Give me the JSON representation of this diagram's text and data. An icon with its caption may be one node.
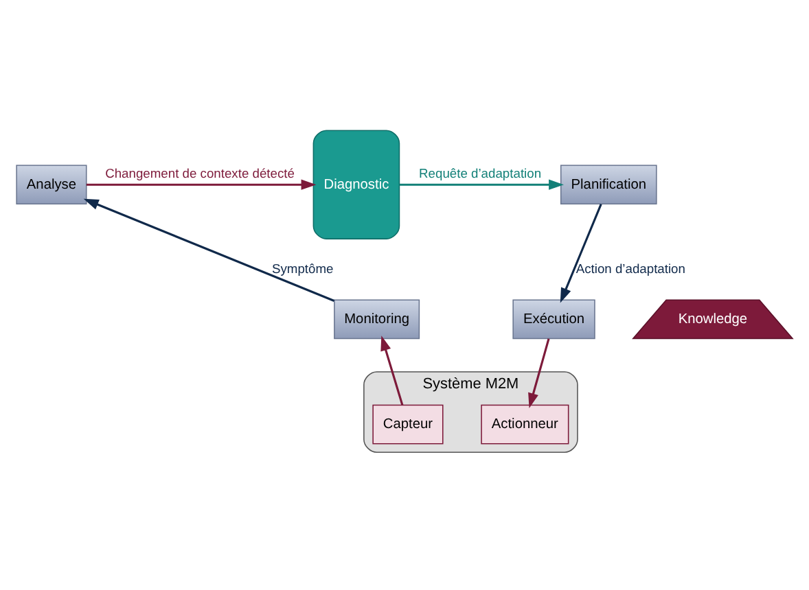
{
  "diagram": {
    "nodes": [
      {
        "text": [
          "Analyse"
        ]
      },
      {
        "text": [
          "Diagnostic"
        ]
      },
      {
        "text": [
          "Planification"
        ]
      },
      {
        "text": [
          "Monitoring"
        ]
      },
      {
        "text": [
          "Knowledge"
        ]
      },
      {
        "text": [
          "Exécution"
        ]
      },
      {
        "text": [
          "Système M2M"
        ]
      },
      {
        "text": [
          "Capteur"
        ],
        "in": 6
      },
      {
        "text": [
          "Actionneur"
        ],
        "in": 6
      }
    ],
    "edges": [
      {
        "from": 0,
        "to": 1,
        "arrow": "to",
        "label": "Changement de contexte détecté"
      },
      {
        "from": 1,
        "to": 2,
        "arrow": "to",
        "label": "Requête d’adaptation",
        "color": "#138078"
      },
      {
        "from": 3,
        "to": 0,
        "arrow": "to",
        "label": "Symptôme",
        "color": "#10294a"
      },
      {
        "from": 2,
        "to": 5,
        "arrow": "to",
        "label": "Action d’adaptation",
        "color": "#10294a"
      },
      {
        "from": 7,
        "to": 3,
        "arrow": "to"
      },
      {
        "from": 5,
        "to": 8,
        "arrow": "to"
      }
    ]
  }
}
